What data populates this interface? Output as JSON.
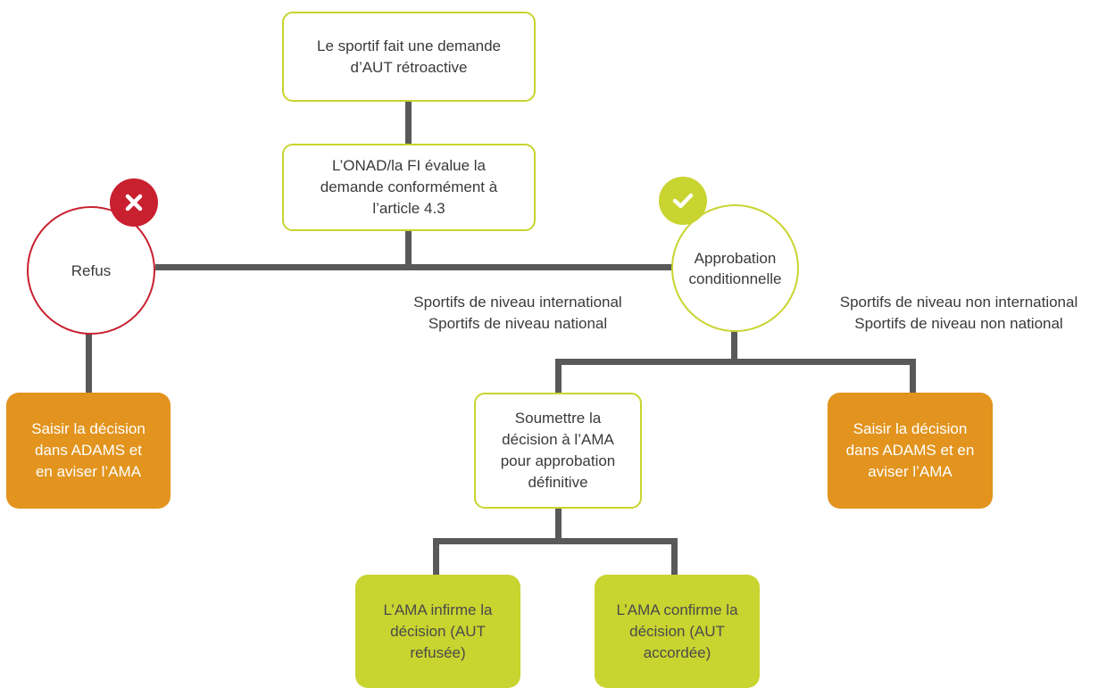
{
  "nodes": {
    "start": "Le sportif fait une demande d’AUT rétroactive",
    "evaluate": "L’ONAD/la FI évalue la demande conformément à l’article 4.3",
    "refusal": "Refus",
    "approval": "Approbation conditionnelle",
    "enter_refusal": "Saisir la décision dans ADAMS et en aviser l’AMA",
    "submit_wada": "Soumettre la décision à l’AMA pour approbation définitive",
    "enter_approval": "Saisir la décision dans ADAMS et en aviser l’AMA",
    "wada_reverses": "L’AMA infirme la décision (AUT refusée)",
    "wada_confirms": "L’AMA confirme la décision (AUT accordée)"
  },
  "labels": {
    "left_line1": "Sportifs de niveau international",
    "left_line2": "Sportifs de niveau national",
    "right_line1": "Sportifs de niveau non international",
    "right_line2": "Sportifs de niveau non national"
  },
  "icons": {
    "refusal": "close-icon",
    "approval": "check-icon"
  },
  "colors": {
    "connector": "#595959",
    "outline_green": "#c8d42f",
    "refusal_red": "#c8202f",
    "orange": "#e2941e",
    "lime": "#c8d42f"
  }
}
